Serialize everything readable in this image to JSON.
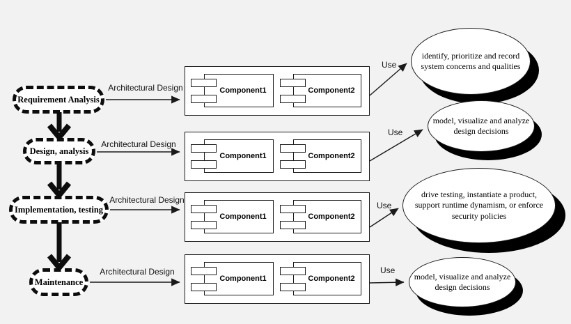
{
  "rows": [
    {
      "phase": "Requirement Analysis",
      "arch_label": "Architectural Design",
      "component1": "Component1",
      "component2": "Component2",
      "use_label": "Use",
      "activity": "identify, prioritize and record system concerns and qualities"
    },
    {
      "phase": "Design, analysis",
      "arch_label": "Architectural Design",
      "component1": "Component1",
      "component2": "Component2",
      "use_label": "Use",
      "activity": "model, visualize and analyze design decisions"
    },
    {
      "phase": "Implementation, testing",
      "arch_label": "Architectural Design",
      "component1": "Component1",
      "component2": "Component2",
      "use_label": "Use",
      "activity": "drive testing, instantiate a product, support runtime dynamism, or enforce security policies"
    },
    {
      "phase": "Maintenance",
      "arch_label": "Architectural Design",
      "component1": "Component1",
      "component2": "Component2",
      "use_label": "Use",
      "activity": "model, visualize and analyze design decisions"
    }
  ],
  "colors": {
    "background": "#f2f2f2",
    "shape_fill": "#ffffff",
    "line": "#1a1a1a",
    "shadow": "#000000"
  }
}
